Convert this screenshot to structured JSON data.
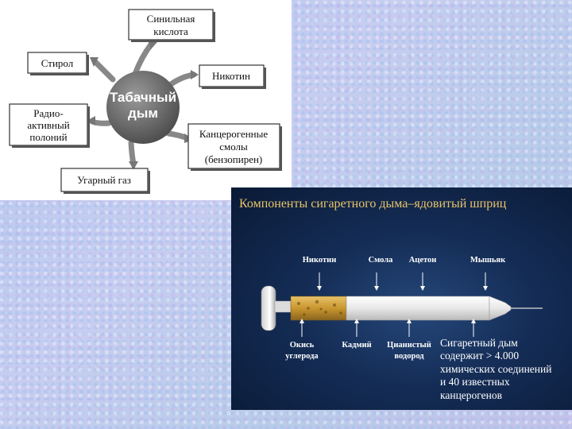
{
  "smoke_diagram": {
    "center_line1": "Табачный",
    "center_line2": "дым",
    "boxes": {
      "hcn_line1": "Синильная",
      "hcn_line2": "кислота",
      "styrene": "Стирол",
      "nicotine": "Никотин",
      "polonium_line1": "Радио-",
      "polonium_line2": "активный",
      "polonium_line3": "полоний",
      "tar_line1": "Канцерогенные",
      "tar_line2": "смолы",
      "tar_line3": "(бензопирен)",
      "co": "Угарный газ"
    }
  },
  "syringe": {
    "title": "Компоненты сигаретного дыма–ядовитый шприц",
    "top_labels": {
      "nicotine": "Никотин",
      "tar": "Смола",
      "acetone": "Ацетон",
      "arsenic": "Мышьяк"
    },
    "bottom_labels": {
      "co_line1": "Окись",
      "co_line2": "углерода",
      "cadmium": "Кадмий",
      "hcn_line1": "Цианистый",
      "hcn_line2": "водород"
    },
    "note": {
      "line1": "Сигаретный дым",
      "line2": "содержит > 4.000",
      "line3": "химических соединений",
      "line4": "и 40 известных",
      "line5": "канцерогенов"
    }
  },
  "colors": {
    "circle": "#6e6e6e",
    "arrow": "#7a7a7a",
    "title": "#e9c46a",
    "panel_dark": "#142c55"
  }
}
